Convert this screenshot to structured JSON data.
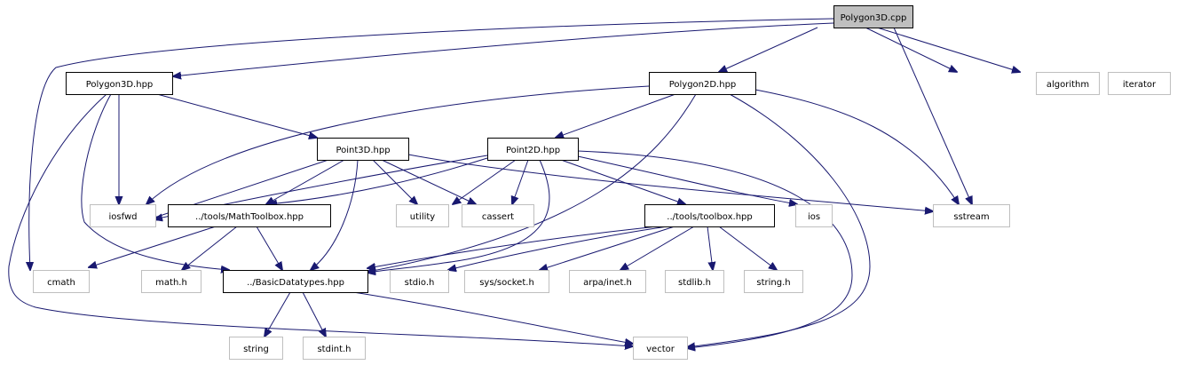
{
  "diagram": {
    "type": "include-dependency-graph",
    "title": "Polygon3D.cpp",
    "colors": {
      "edge": "#191970",
      "root_fill": "#bfbfbf",
      "root_border": "#000000",
      "documented_border": "#000000",
      "external_border": "#bfbfbf",
      "node_fill": "#ffffff"
    },
    "nodes": [
      {
        "id": "polygon3d_cpp",
        "label": "Polygon3D.cpp",
        "kind": "root"
      },
      {
        "id": "polygon3d_hpp",
        "label": "Polygon3D.hpp",
        "kind": "documented"
      },
      {
        "id": "polygon2d_hpp",
        "label": "Polygon2D.hpp",
        "kind": "documented"
      },
      {
        "id": "algorithm",
        "label": "algorithm",
        "kind": "external"
      },
      {
        "id": "iterator",
        "label": "iterator",
        "kind": "external"
      },
      {
        "id": "point3d_hpp",
        "label": "Point3D.hpp",
        "kind": "documented"
      },
      {
        "id": "point2d_hpp",
        "label": "Point2D.hpp",
        "kind": "documented"
      },
      {
        "id": "iosfwd",
        "label": "iosfwd",
        "kind": "external"
      },
      {
        "id": "mathtoolbox_hpp",
        "label": "../tools/MathToolbox.hpp",
        "kind": "documented"
      },
      {
        "id": "utility",
        "label": "utility",
        "kind": "external"
      },
      {
        "id": "cassert",
        "label": "cassert",
        "kind": "external"
      },
      {
        "id": "toolbox_hpp",
        "label": "../tools/toolbox.hpp",
        "kind": "documented"
      },
      {
        "id": "ios",
        "label": "ios",
        "kind": "external"
      },
      {
        "id": "sstream",
        "label": "sstream",
        "kind": "external"
      },
      {
        "id": "cmath",
        "label": "cmath",
        "kind": "external"
      },
      {
        "id": "math_h",
        "label": "math.h",
        "kind": "external"
      },
      {
        "id": "basicdatatypes_hpp",
        "label": "../BasicDatatypes.hpp",
        "kind": "documented"
      },
      {
        "id": "stdio_h",
        "label": "stdio.h",
        "kind": "external"
      },
      {
        "id": "sys_socket_h",
        "label": "sys/socket.h",
        "kind": "external"
      },
      {
        "id": "arpa_inet_h",
        "label": "arpa/inet.h",
        "kind": "external"
      },
      {
        "id": "stdlib_h",
        "label": "stdlib.h",
        "kind": "external"
      },
      {
        "id": "string_h",
        "label": "string.h",
        "kind": "external"
      },
      {
        "id": "string",
        "label": "string",
        "kind": "external"
      },
      {
        "id": "stdint_h",
        "label": "stdint.h",
        "kind": "external"
      },
      {
        "id": "vector",
        "label": "vector",
        "kind": "external"
      }
    ],
    "edges": [
      {
        "from": "polygon3d_cpp",
        "to": "polygon3d_hpp"
      },
      {
        "from": "polygon3d_cpp",
        "to": "cmath"
      },
      {
        "from": "polygon3d_cpp",
        "to": "polygon2d_hpp"
      },
      {
        "from": "polygon3d_cpp",
        "to": "sstream"
      },
      {
        "from": "polygon3d_cpp",
        "to": "algorithm"
      },
      {
        "from": "polygon3d_cpp",
        "to": "iterator"
      },
      {
        "from": "polygon3d_hpp",
        "to": "point3d_hpp"
      },
      {
        "from": "polygon3d_hpp",
        "to": "iosfwd"
      },
      {
        "from": "polygon3d_hpp",
        "to": "basicdatatypes_hpp"
      },
      {
        "from": "polygon3d_hpp",
        "to": "vector"
      },
      {
        "from": "polygon2d_hpp",
        "to": "point2d_hpp"
      },
      {
        "from": "polygon2d_hpp",
        "to": "iosfwd"
      },
      {
        "from": "polygon2d_hpp",
        "to": "basicdatatypes_hpp"
      },
      {
        "from": "polygon2d_hpp",
        "to": "vector"
      },
      {
        "from": "polygon2d_hpp",
        "to": "sstream"
      },
      {
        "from": "point3d_hpp",
        "to": "iosfwd"
      },
      {
        "from": "point3d_hpp",
        "to": "mathtoolbox_hpp"
      },
      {
        "from": "point3d_hpp",
        "to": "basicdatatypes_hpp"
      },
      {
        "from": "point3d_hpp",
        "to": "utility"
      },
      {
        "from": "point3d_hpp",
        "to": "cassert"
      },
      {
        "from": "point3d_hpp",
        "to": "sstream"
      },
      {
        "from": "point2d_hpp",
        "to": "iosfwd"
      },
      {
        "from": "point2d_hpp",
        "to": "mathtoolbox_hpp"
      },
      {
        "from": "point2d_hpp",
        "to": "utility"
      },
      {
        "from": "point2d_hpp",
        "to": "cassert"
      },
      {
        "from": "point2d_hpp",
        "to": "basicdatatypes_hpp"
      },
      {
        "from": "point2d_hpp",
        "to": "toolbox_hpp"
      },
      {
        "from": "point2d_hpp",
        "to": "ios"
      },
      {
        "from": "point2d_hpp",
        "to": "vector"
      },
      {
        "from": "mathtoolbox_hpp",
        "to": "cmath"
      },
      {
        "from": "mathtoolbox_hpp",
        "to": "math_h"
      },
      {
        "from": "mathtoolbox_hpp",
        "to": "basicdatatypes_hpp"
      },
      {
        "from": "toolbox_hpp",
        "to": "basicdatatypes_hpp"
      },
      {
        "from": "toolbox_hpp",
        "to": "stdio_h"
      },
      {
        "from": "toolbox_hpp",
        "to": "sys_socket_h"
      },
      {
        "from": "toolbox_hpp",
        "to": "arpa_inet_h"
      },
      {
        "from": "toolbox_hpp",
        "to": "stdlib_h"
      },
      {
        "from": "toolbox_hpp",
        "to": "string_h"
      },
      {
        "from": "basicdatatypes_hpp",
        "to": "string"
      },
      {
        "from": "basicdatatypes_hpp",
        "to": "stdint_h"
      },
      {
        "from": "basicdatatypes_hpp",
        "to": "vector"
      }
    ]
  }
}
